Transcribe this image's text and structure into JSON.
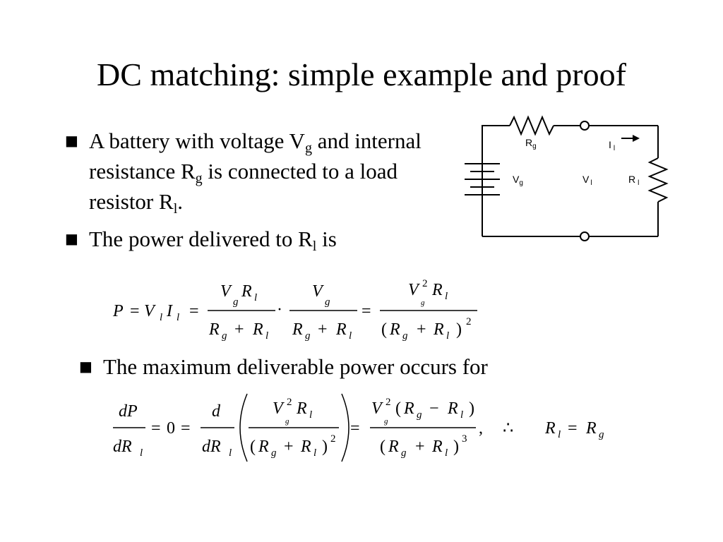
{
  "title": "DC matching: simple example and proof",
  "bullets": [
    {
      "parts": [
        "A battery with voltage V",
        "g",
        " and internal resistance R",
        "g",
        " is connected to a load resistor R",
        "l",
        "."
      ]
    },
    {
      "parts": [
        "The power delivered to R",
        "l",
        " is"
      ]
    },
    {
      "parts": [
        "The maximum deliverable power occurs for"
      ]
    }
  ],
  "circuit": {
    "labels": {
      "rg": "R",
      "rg_sub": "g",
      "il": "I",
      "il_sub": "l",
      "vg": "V",
      "vg_sub": "g",
      "vl": "V",
      "vl_sub": "l",
      "rl": "R",
      "rl_sub": "l"
    }
  },
  "equation1": {
    "lhs_P": "P",
    "eq": "=",
    "V": "V",
    "I": "I",
    "R": "R",
    "sub_l": "l",
    "sub_g": "g",
    "plus": "+",
    "dot": "·",
    "sq": "2",
    "lparen": "(",
    "rparen": ")"
  },
  "equation2": {
    "dP": "dP",
    "dR": "dR",
    "d": "d",
    "zero": "0",
    "eq": "=",
    "V": "V",
    "R": "R",
    "sub_l": "l",
    "sub_g": "g",
    "sq": "2",
    "cube": "3",
    "plus": "+",
    "minus": "−",
    "lparen": "(",
    "rparen": ")",
    "comma": ",",
    "therefore": "∴"
  }
}
